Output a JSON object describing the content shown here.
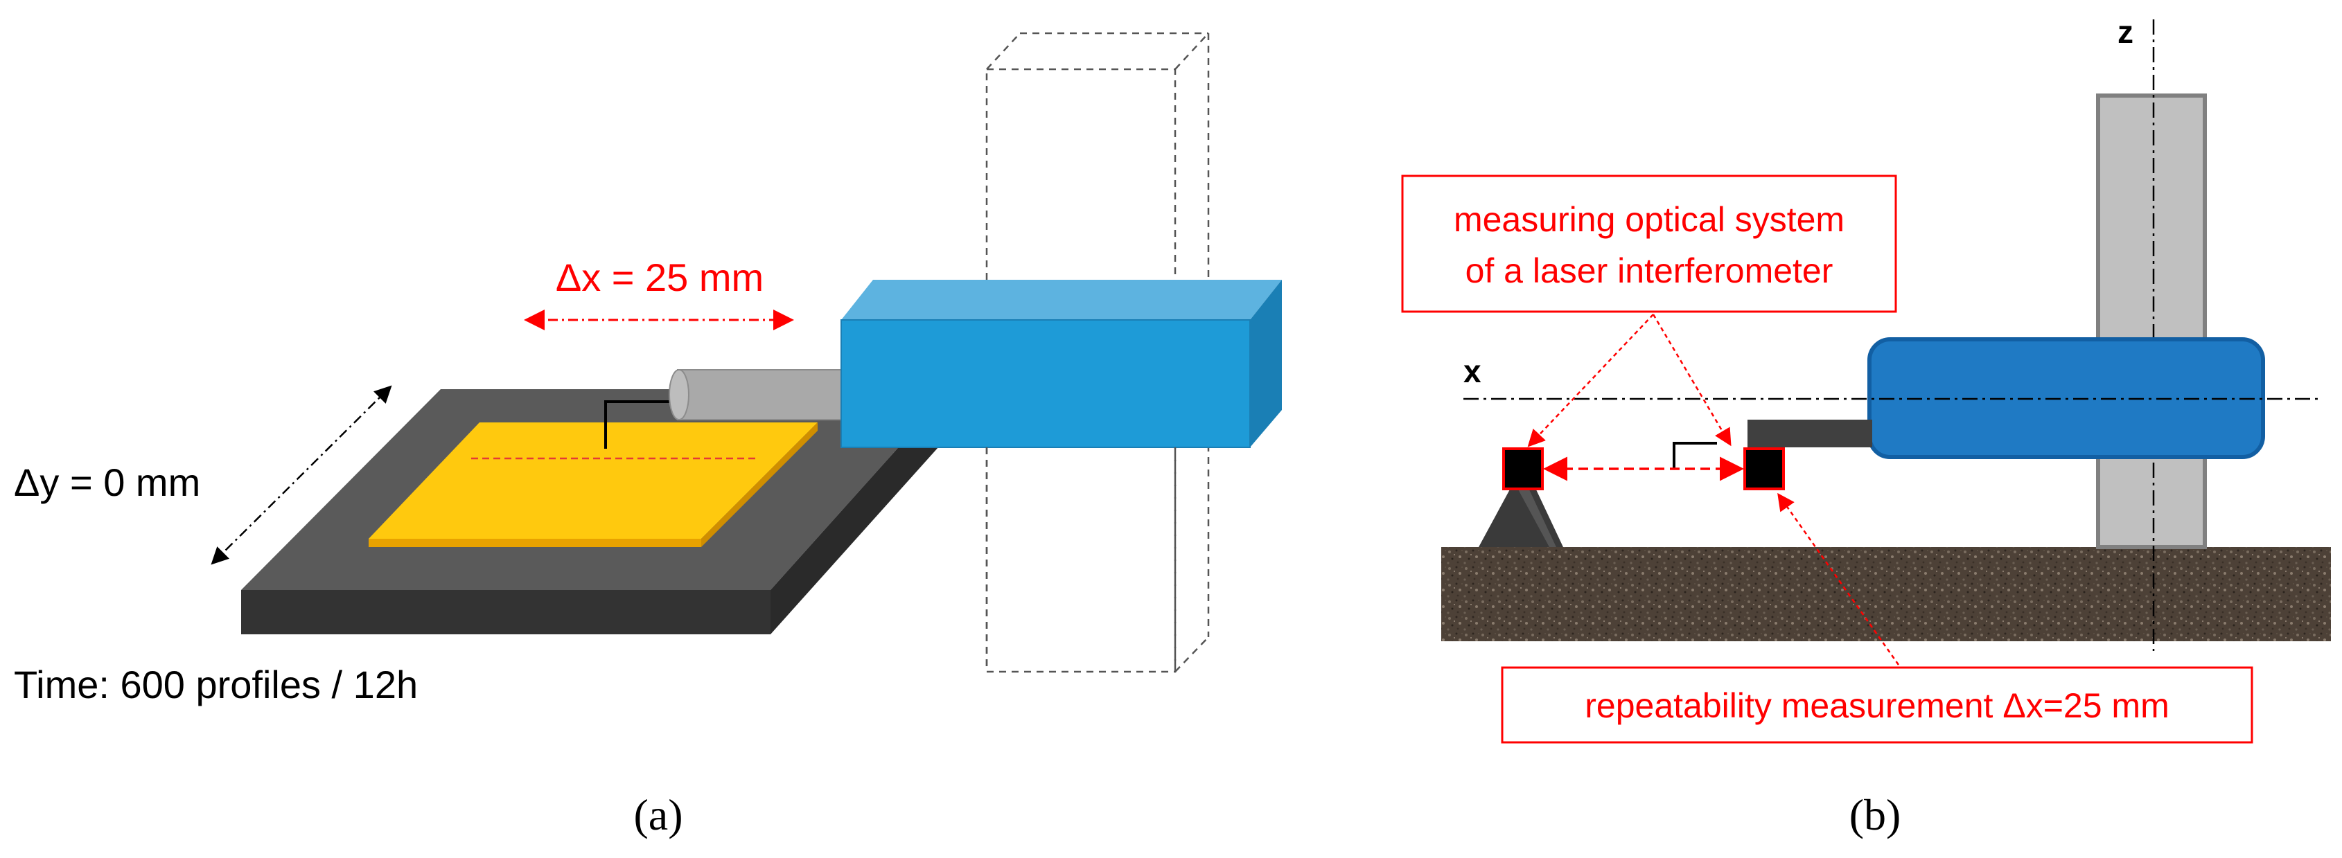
{
  "panel_a": {
    "dx_label": "Δx = 25 mm",
    "dy_label": "Δy = 0 mm",
    "time_label": "Time: 600 profiles / 12h",
    "caption": "(a)"
  },
  "panel_b": {
    "axis_z": "z",
    "axis_x": "x",
    "optics_label_line1": "measuring optical system",
    "optics_label_line2": "of a laser interferometer",
    "repeat_label": "repeatability measurement Δx=25 mm",
    "caption": "(b)"
  },
  "colors": {
    "red": "#ff0000",
    "blue": "#1e9bd7",
    "blue_dark": "#1a7fb5",
    "blue_top": "#5db3e0",
    "yellow": "#ffc90e",
    "platform_top": "#595959",
    "platform_side": "#3a3a3a",
    "column_gray": "#c0c0c0",
    "ground": "#4a3f35"
  }
}
